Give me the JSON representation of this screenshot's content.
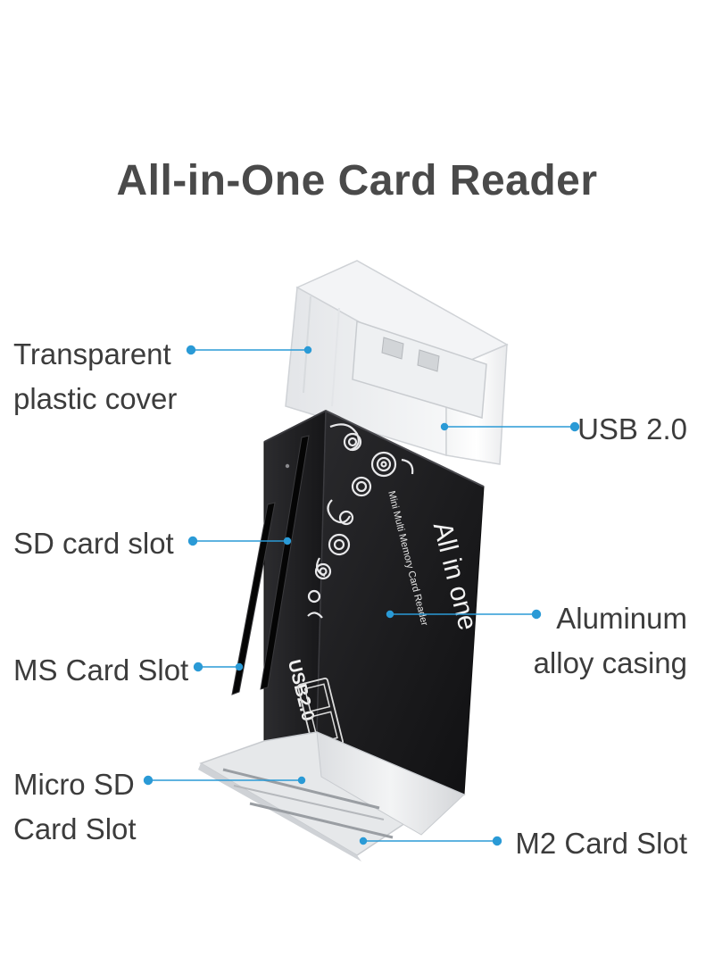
{
  "title": "All-in-One Card Reader",
  "labels": {
    "transparent_cover": [
      "Transparent",
      "plastic cover"
    ],
    "usb": "USB 2.0",
    "sd_slot": "SD card slot",
    "aluminum": [
      "Aluminum",
      "alloy casing"
    ],
    "ms_slot": "MS Card Slot",
    "micro_sd": [
      "Micro SD",
      "Card Slot"
    ],
    "m2_slot": "M2 Card Slot"
  },
  "device_print": {
    "brand_line": "All in one",
    "sub_line": "Mini Multi Memory Card Reader",
    "usb_mark": "USB2.0"
  },
  "colors": {
    "callout": "#2a9ad6",
    "body": "#1c1c1e",
    "text": "#3c3c3c"
  }
}
